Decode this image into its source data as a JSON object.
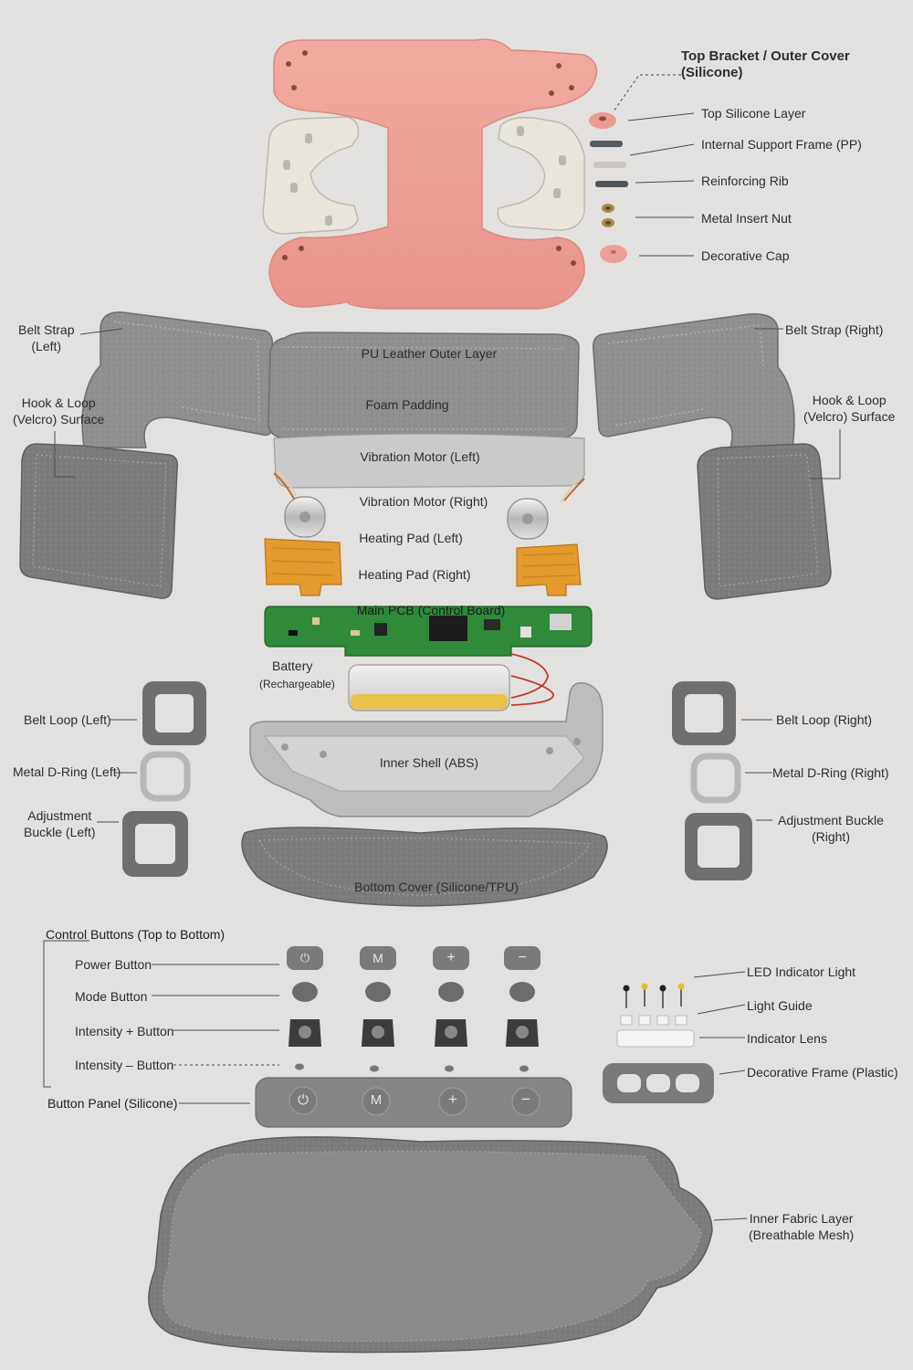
{
  "labels": {
    "top_bracket": "Top Bracket / Outer Cover\n(Silicone)",
    "top_silicone_layer": "Top Silicone Layer",
    "internal_support_frame": "Internal Support Frame (PP)",
    "reinforcing_rib": "Reinforcing Rib",
    "metal_insert_nut": "Metal Insert Nut",
    "decorative_cap": "Decorative Cap",
    "belt_strap_left": "Belt Strap\n(Left)",
    "belt_strap_right": "Belt Strap (Right)",
    "hook_loop_left": "Hook & Loop\n(Velcro) Surface",
    "hook_loop_right": "Hook & Loop\n(Velcro) Surface",
    "pu_leather": "PU Leather Outer Layer",
    "foam_padding": "Foam Padding",
    "vibration_motor_left": "Vibration Motor (Left)",
    "vibration_motor_right": "Vibration Motor (Right)",
    "heating_pad_left": "Heating Pad (Left)",
    "heating_pad_right": "Heating Pad (Right)",
    "main_pcb": "Main PCB (Control Board)",
    "battery": "Battery",
    "battery_sub": "(Rechargeable)",
    "belt_loop_left": "Belt Loop (Left)",
    "belt_loop_right": "Belt Loop (Right)",
    "metal_d_ring_left": "Metal D-Ring (Left)",
    "metal_d_ring_right": "Metal D-Ring (Right)",
    "adjustment_buckle_left": "Adjustment\nBuckle (Left)",
    "adjustment_buckle_right": "Adjustment Buckle\n(Right)",
    "inner_shell": "Inner Shell (ABS)",
    "bottom_cover": "Bottom Cover (Silicone/TPU)",
    "control_buttons": "Control Buttons (Top to Bottom)",
    "power_button": "Power Button",
    "mode_button": "Mode Button",
    "intensity_plus": "Intensity + Button",
    "intensity_minus": "Intensity – Button",
    "button_panel": "Button Panel (Silicone)",
    "led_indicator": "LED Indicator Light",
    "light_guide": "Light Guide",
    "indicator_lens": "Indicator Lens",
    "decorative_frame": "Decorative Frame (Plastic)",
    "inner_fabric": "Inner Fabric Layer\n(Breathable Mesh)"
  },
  "button_glyphs": [
    "⏻",
    "M",
    "+",
    "−"
  ],
  "colors": {
    "background": "#e3e1df",
    "silicone_pink": "#f0a59a",
    "frame_white": "#e8e4dc",
    "felt_gray": "#8e8e8e",
    "pcb_green": "#2f8a3a",
    "heater_orange": "#e49a2c",
    "battery_yellow": "#e8c24a",
    "shell_gray": "#b9b9b9"
  }
}
